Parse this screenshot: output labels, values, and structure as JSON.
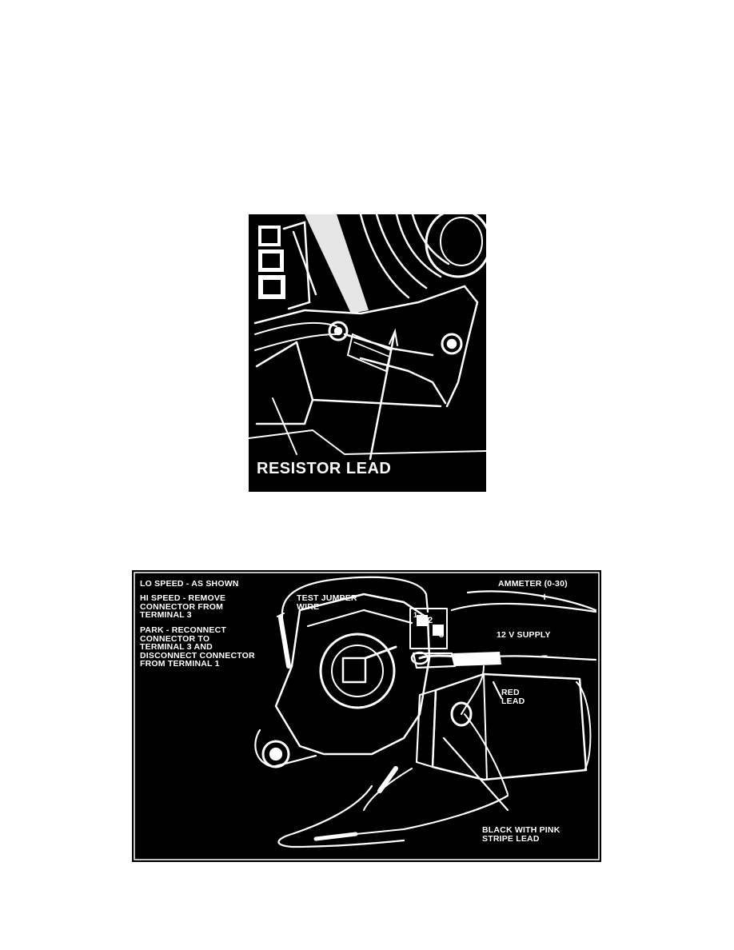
{
  "figures": [
    {
      "id": "resistor-figure",
      "labels": {
        "resistor_lead": "RESISTOR LEAD"
      }
    },
    {
      "id": "motor-test-figure",
      "labels": {
        "lo_speed": "LO SPEED - AS SHOWN",
        "hi_speed": "HI SPEED - REMOVE\nCONNECTOR FROM\nTERMINAL 3",
        "park": "PARK - RECONNECT\nCONNECTOR TO\nTERMINAL 3 AND\nDISCONNECT CONNECTOR\nFROM TERMINAL 1",
        "test_jumper": "TEST JUMPER\nWIRE",
        "ammeter": "AMMETER (0-30)",
        "plus": "+",
        "minus": "−",
        "supply": "12 V SUPPLY",
        "red_lead": "RED\nLEAD",
        "black_lead": "BLACK WITH PINK\nSTRIPE LEAD",
        "terminal_1": "1",
        "terminal_2": "2",
        "terminal_3": "3"
      }
    }
  ]
}
